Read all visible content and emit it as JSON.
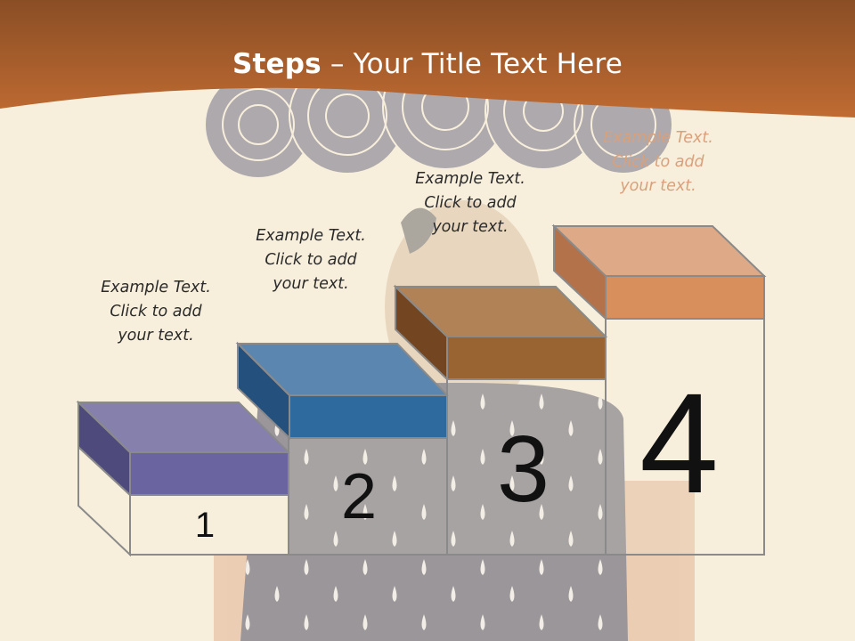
{
  "slide": {
    "title_bold": "Steps",
    "title_rest": " – Your Title Text Here"
  },
  "steps": [
    {
      "number": "1",
      "caption": [
        "Example Text.",
        "Click  to add",
        "your text."
      ],
      "color": "#6a64a0"
    },
    {
      "number": "2",
      "caption": [
        "Example Text.",
        "Click  to add",
        "your text."
      ],
      "color": "#2f6a9f"
    },
    {
      "number": "3",
      "caption": [
        "Example Text.",
        "Click  to add",
        "your text."
      ],
      "color": "#9a6332"
    },
    {
      "number": "4",
      "caption": [
        "Example Text.",
        "Click  to add",
        "your text."
      ],
      "color": "#d98f5c"
    }
  ],
  "colors": {
    "header": "#b2622d",
    "background": "#f7efdc"
  }
}
